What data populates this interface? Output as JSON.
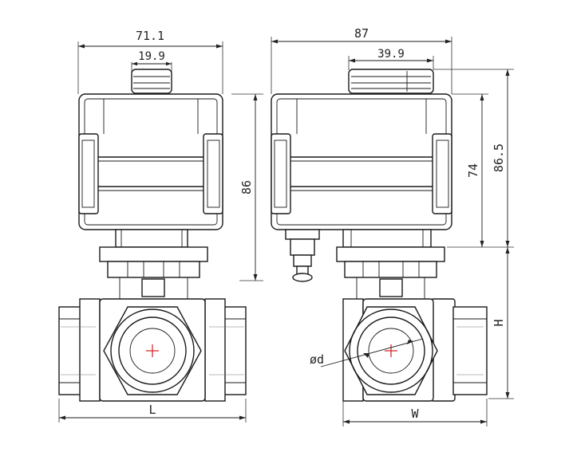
{
  "drawing": {
    "dimensions": {
      "left_width": "71.1",
      "left_handle": "19.9",
      "right_width": "87",
      "right_handle": "39.9",
      "body_height": "86",
      "actuator_height": "74",
      "total_height": "86.5",
      "port_height": "H",
      "length": "L",
      "width": "W",
      "diameter": "ød"
    },
    "colors": {
      "line": "#1a1a1a",
      "center_mark": "#d21d1d",
      "background": "#ffffff"
    }
  }
}
